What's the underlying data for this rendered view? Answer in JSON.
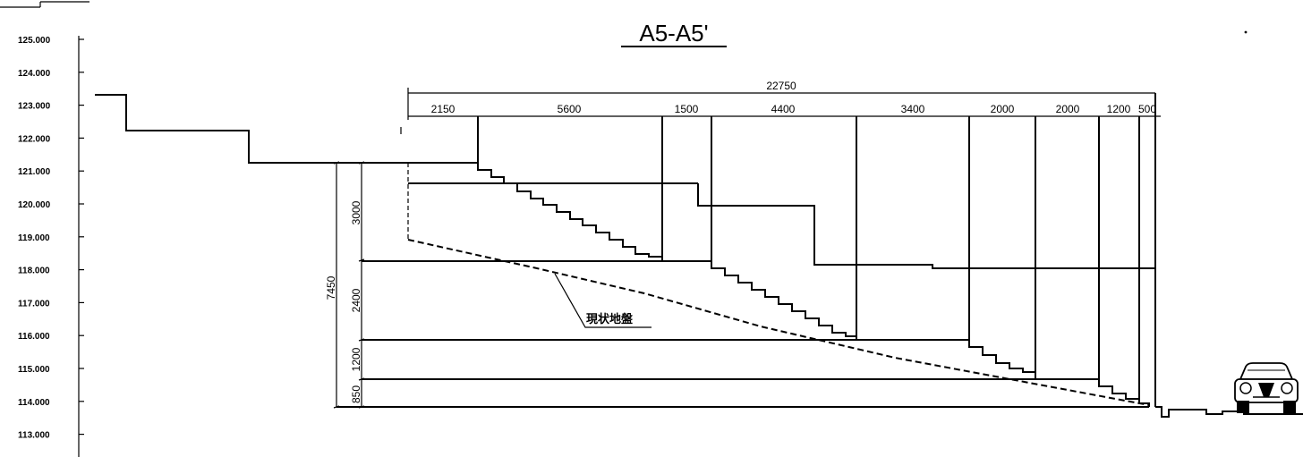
{
  "title": "A5-A5'",
  "elevation_axis": {
    "labels": [
      "125.000",
      "124.000",
      "123.000",
      "122.000",
      "121.000",
      "120.000",
      "119.000",
      "118.000",
      "117.000",
      "116.000",
      "115.000",
      "114.000",
      "113.000"
    ]
  },
  "dimensions": {
    "overall": "22750",
    "segments": [
      "2150",
      "5600",
      "1500",
      "4400",
      "3400",
      "2000",
      "2000",
      "1200",
      "500"
    ],
    "vertical_total": "7450",
    "vertical_parts": [
      "3000",
      "2400",
      "1200",
      "850"
    ]
  },
  "annotation": {
    "ground_label": "現状地盤"
  },
  "icons": [
    "car-icon"
  ]
}
